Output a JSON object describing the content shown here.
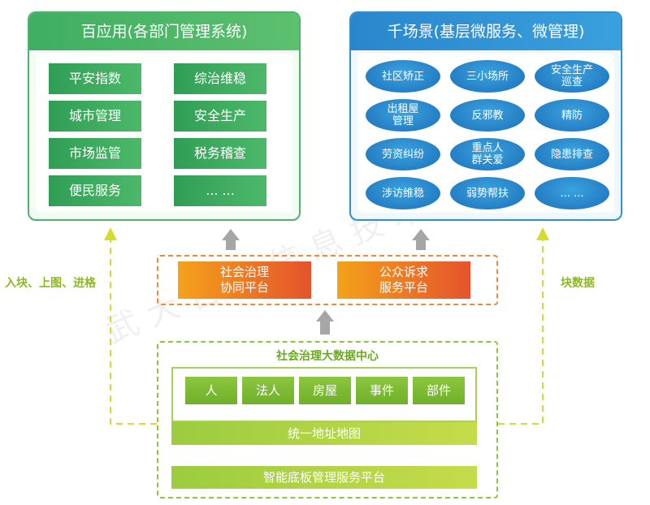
{
  "left_panel": {
    "title": "百应用(各部门管理系统)",
    "items": [
      "平安指数",
      "综治维稳",
      "城市管理",
      "安全生产",
      "市场监管",
      "税务稽查",
      "便民服务",
      "... ..."
    ]
  },
  "right_panel": {
    "title": "千场景(基层微服务、微管理)",
    "items": [
      "社区矫正",
      "三小场所",
      "安全生产巡查",
      "出租屋管理",
      "反邪教",
      "精防",
      "劳资纠纷",
      "重点人群关爱",
      "隐患排查",
      "涉访维稳",
      "弱势帮扶",
      "... ..."
    ]
  },
  "platforms": {
    "social": "社会治理协同平台",
    "public": "公众诉求服务平台"
  },
  "data_center": {
    "title": "社会治理大数据中心",
    "cells": [
      "人",
      "法人",
      "房屋",
      "事件",
      "部件"
    ],
    "map_bar": "统一地址地图",
    "base_bar": "智能底板管理服务平台"
  },
  "side_labels": {
    "left": "入块、上图、进格",
    "right": "块数据"
  },
  "watermark": "武大吉奥信息技术有限公司"
}
